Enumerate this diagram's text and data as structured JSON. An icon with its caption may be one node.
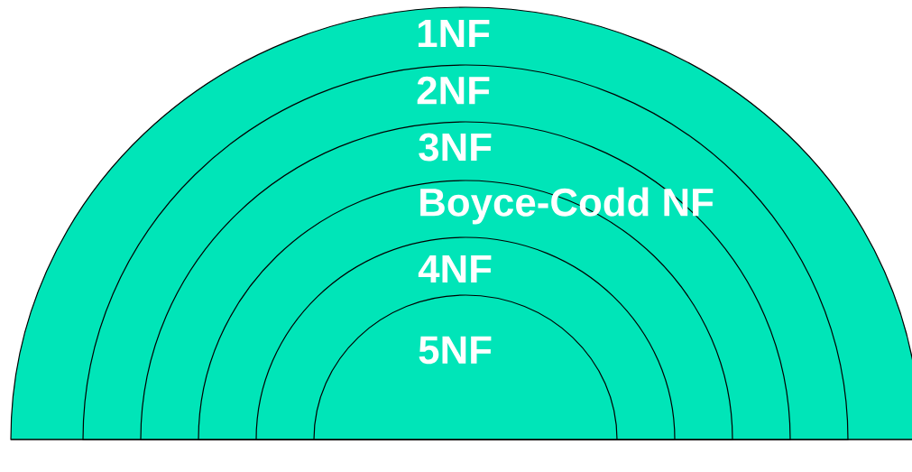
{
  "diagram": {
    "nodes": [
      {
        "text": [
          "1NF"
        ]
      },
      {
        "text": [
          "2NF"
        ],
        "in": 0
      },
      {
        "text": [
          "3NF"
        ],
        "in": 1
      },
      {
        "text": [
          "Boyce-Codd NF"
        ],
        "in": 2
      },
      {
        "text": [
          "4NF"
        ],
        "in": 3
      },
      {
        "text": [
          "5NF"
        ],
        "in": 4
      }
    ]
  }
}
